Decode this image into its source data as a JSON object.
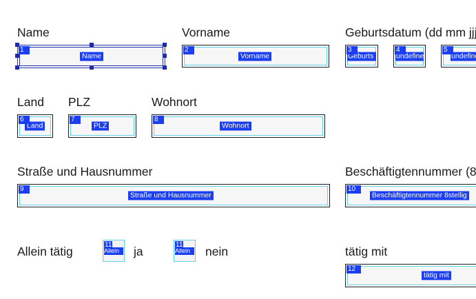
{
  "labels": {
    "name": "Name",
    "vorname": "Vorname",
    "geburtsdatum": "Geburtsdatum (dd mm jjjj)",
    "land": "Land",
    "plz": "PLZ",
    "wohnort": "Wohnort",
    "strasse": "Straße und Hausnummer",
    "beschaeftigtennummer": "Beschäftigtennummer (8",
    "allein_taetig": "Allein tätig",
    "ja": "ja",
    "nein": "nein",
    "taetig_mit": "tätig mit"
  },
  "fields": [
    {
      "num": "1",
      "name": "Name"
    },
    {
      "num": "2",
      "name": "Vorname"
    },
    {
      "num": "3",
      "name": "Geburts"
    },
    {
      "num": "4",
      "name": "undefine"
    },
    {
      "num": "5",
      "name": "undefine"
    },
    {
      "num": "6",
      "name": "Land"
    },
    {
      "num": "7",
      "name": "PLZ"
    },
    {
      "num": "8",
      "name": "Wohnort"
    },
    {
      "num": "9",
      "name": "Straße und Hausnummer"
    },
    {
      "num": "10",
      "name": "Beschäftigtennummer 8stellig"
    },
    {
      "num": "11",
      "name": "Allein"
    },
    {
      "num": "11",
      "name": "Allein"
    },
    {
      "num": "12",
      "name": "tätig mit"
    }
  ],
  "selected_field": "1"
}
